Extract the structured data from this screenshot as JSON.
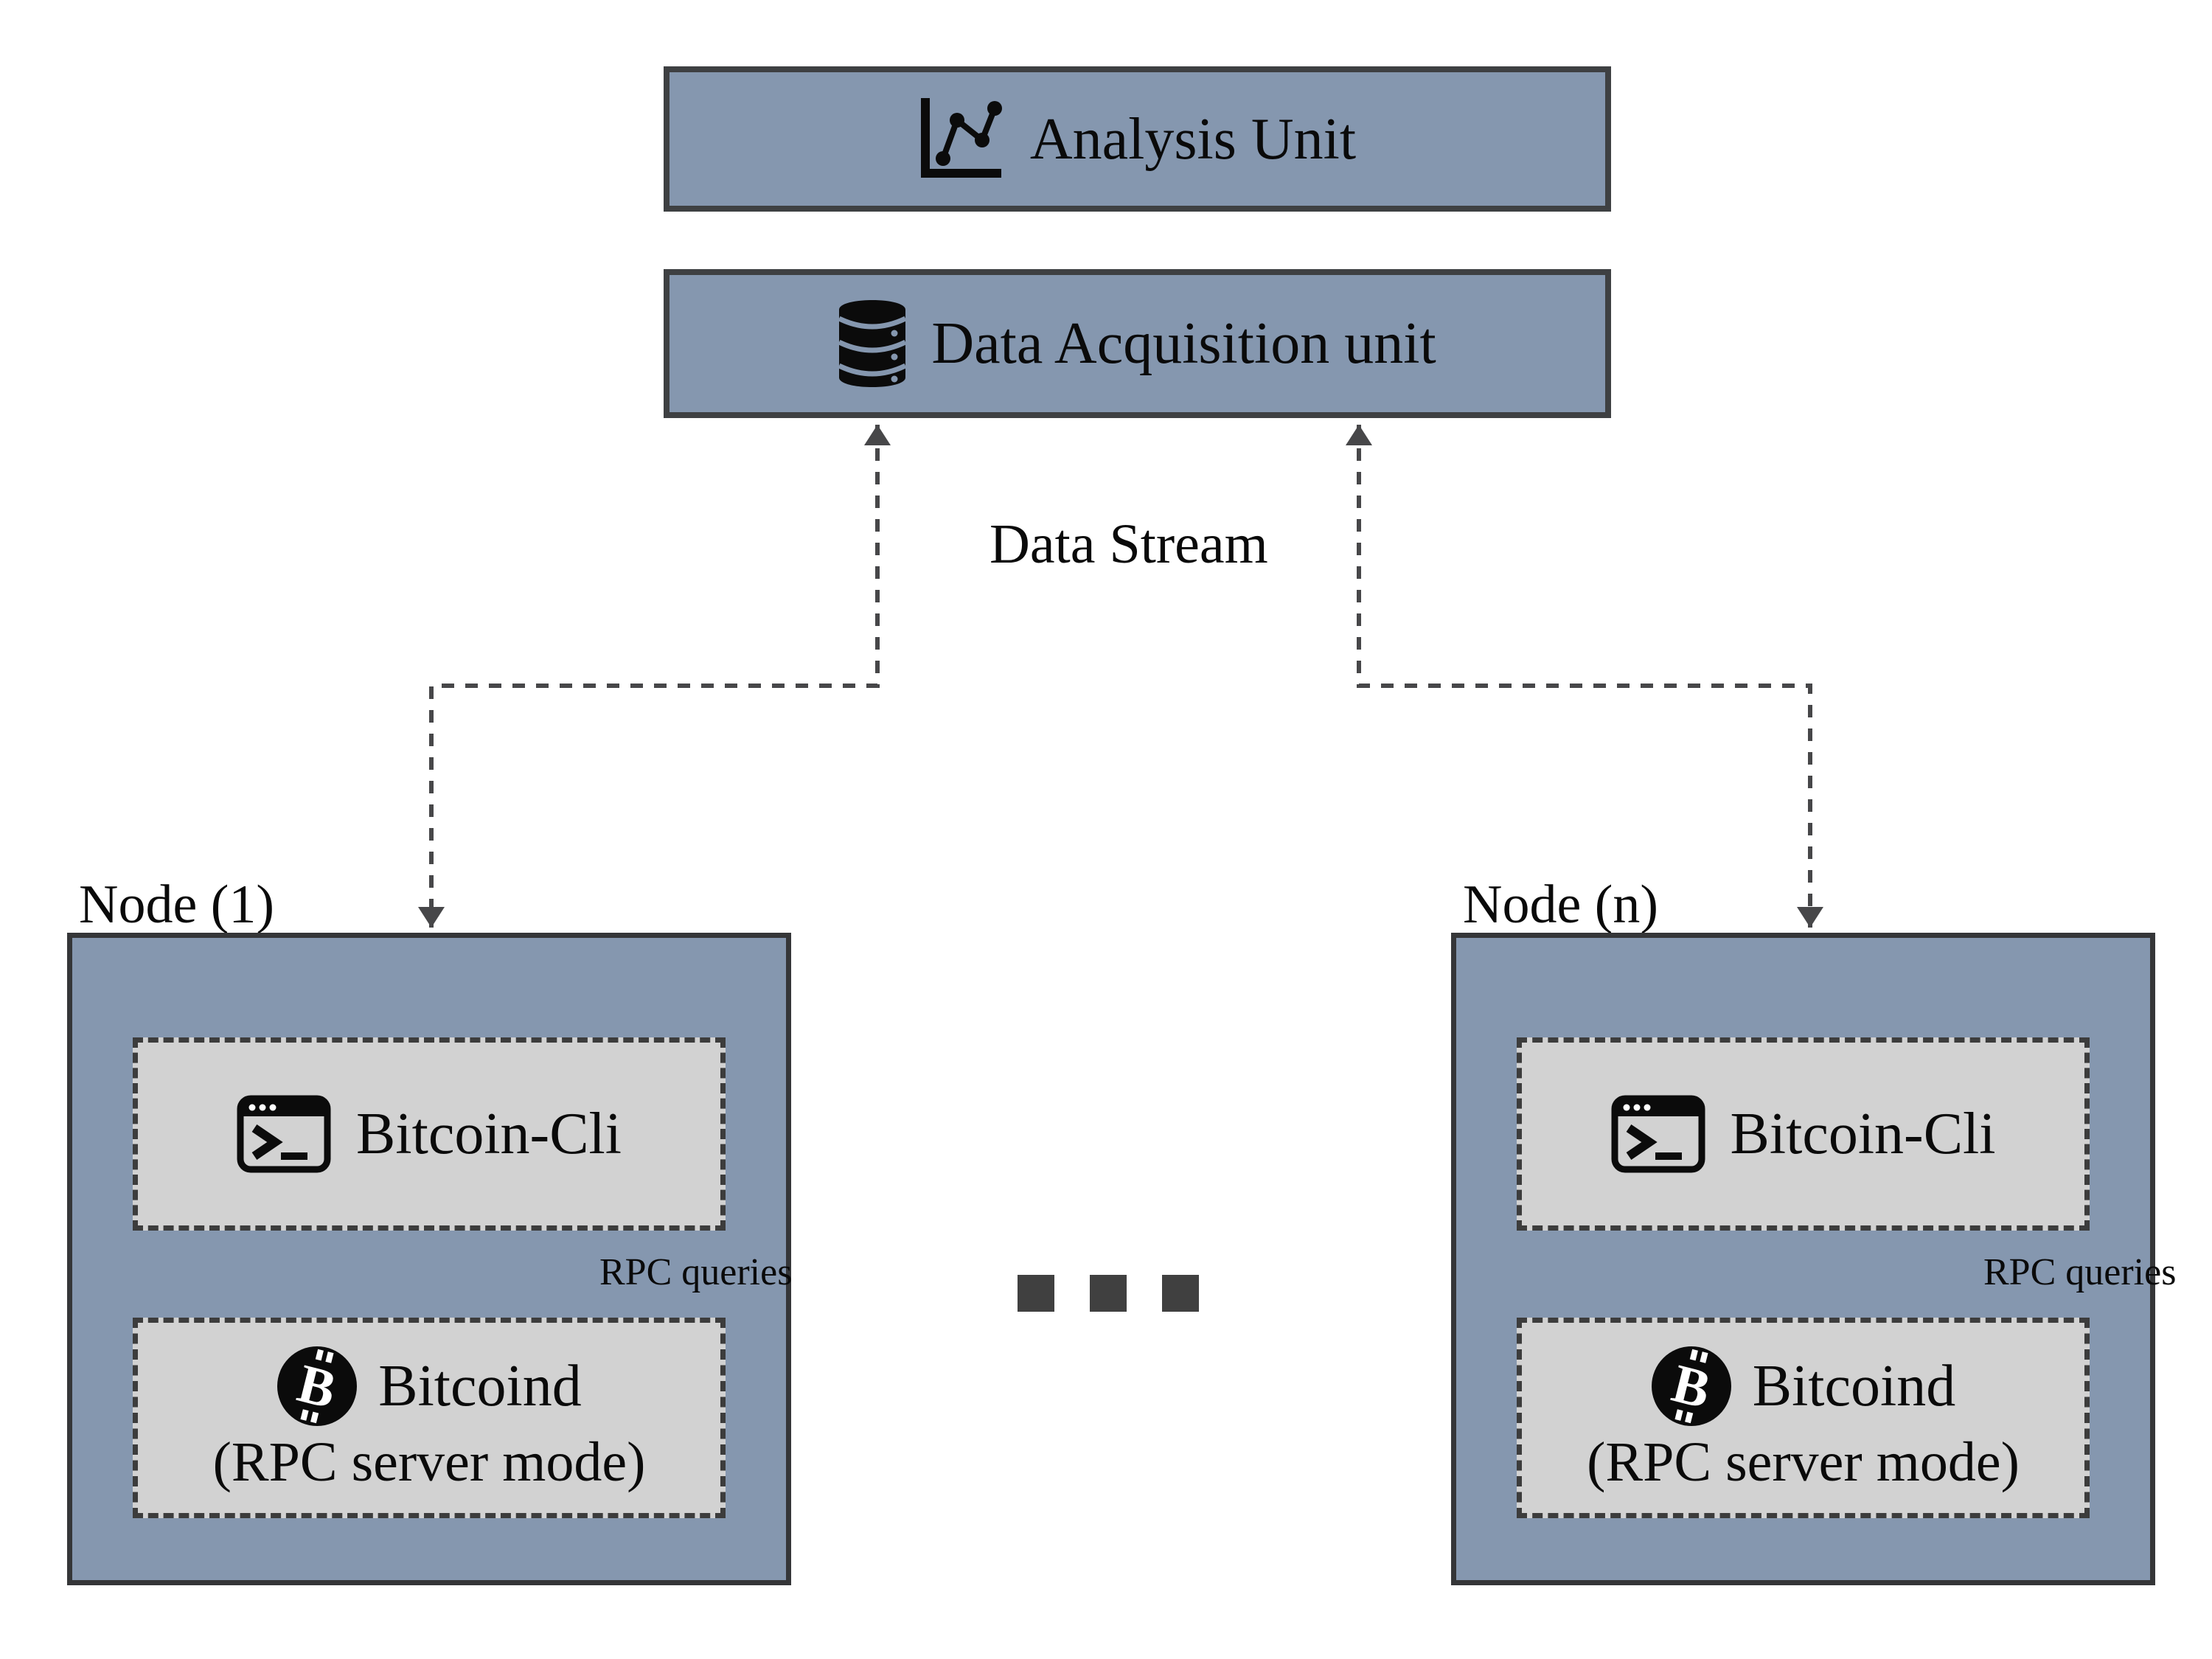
{
  "palette": {
    "blue": "#8597AF",
    "blue-border": "#3E4042",
    "gray": "#D2D2D2",
    "dash": "#3C3C3C",
    "arrow": "#474749",
    "ink": "#0A0A0A",
    "bg": "#FFFFFF",
    "dot": "#404040"
  },
  "analysis_unit": {
    "label": "Analysis Unit"
  },
  "data_acquisition": {
    "label": "Data Acquisition unit"
  },
  "data_stream": {
    "label": "Data Stream"
  },
  "nodes": [
    {
      "title": "Node (1)",
      "cli": "Bitcoin-Cli",
      "daemon": "Bitcoind",
      "daemon_mode": "(RPC server mode)",
      "rpc": "RPC queries"
    },
    {
      "title": "Node (n)",
      "cli": "Bitcoin-Cli",
      "daemon": "Bitcoind",
      "daemon_mode": "(RPC server mode)",
      "rpc": "RPC queries"
    }
  ]
}
